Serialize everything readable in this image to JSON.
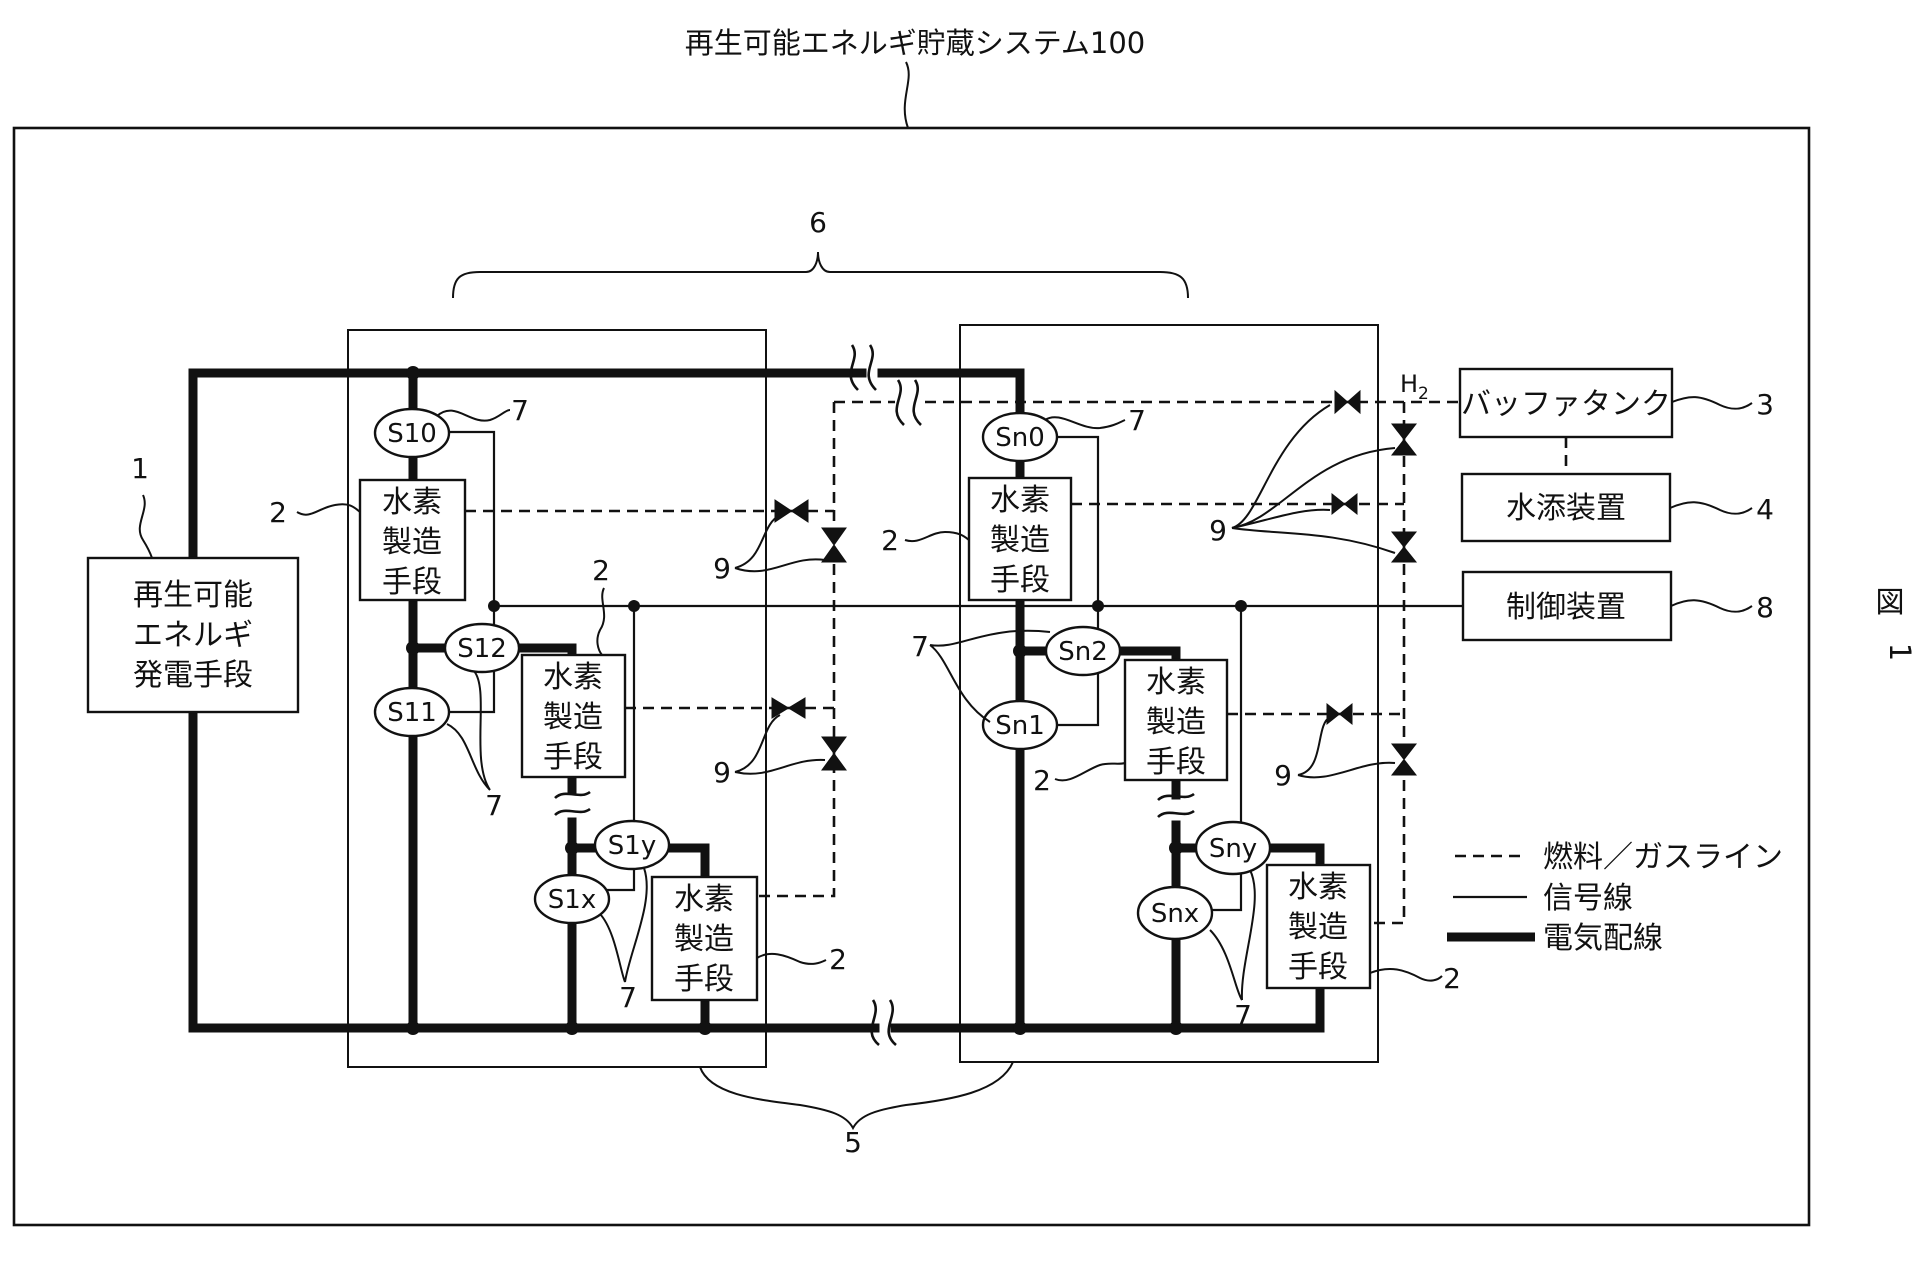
{
  "title": "再生可能エネルギ貯蔵システム100",
  "figure_label": {
    "kanji": "図",
    "number": "1"
  },
  "source": {
    "ref": "1",
    "lines": [
      "再生可能",
      "エネルギ",
      "発電手段"
    ]
  },
  "h2_unit": {
    "ref": "2",
    "lines": [
      "水素",
      "製造",
      "手段"
    ]
  },
  "buffer_tank": {
    "ref": "3",
    "label": "バッファタンク"
  },
  "hydrogenation": {
    "ref": "4",
    "label": "水添装置"
  },
  "controller": {
    "ref": "8",
    "label": "制御装置"
  },
  "group_ref": "5",
  "group_span_ref": "6",
  "switch_ref": "7",
  "valve_ref": "9",
  "h2_label": {
    "main": "H",
    "sub": "2"
  },
  "switches": {
    "s10": "S10",
    "s11": "S11",
    "s12": "S12",
    "s1x": "S1x",
    "s1y": "S1y",
    "sn0": "Sn0",
    "sn1": "Sn1",
    "sn2": "Sn2",
    "snx": "Snx",
    "sny": "Sny"
  },
  "legend": [
    {
      "style": "dashed",
      "label": "燃料／ガスライン"
    },
    {
      "style": "thin",
      "label": "信号線"
    },
    {
      "style": "thick",
      "label": "電気配線"
    }
  ]
}
